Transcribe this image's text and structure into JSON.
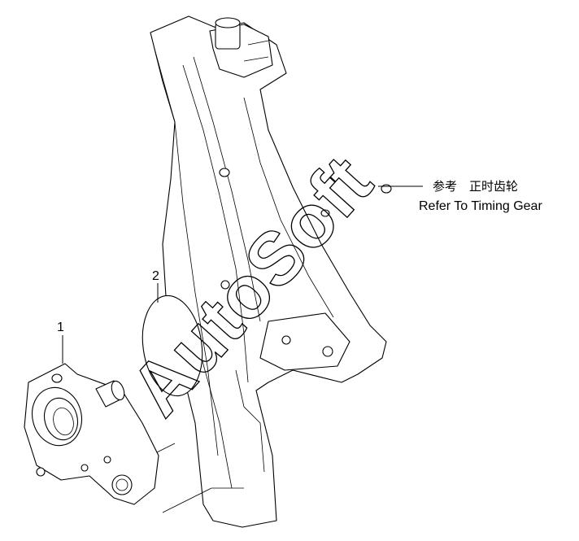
{
  "callouts": {
    "part1": "1",
    "part2": "2"
  },
  "reference": {
    "chinese": "参考　正时齿轮",
    "english": "Refer To Timing Gear"
  },
  "watermark": "AutoSoft"
}
